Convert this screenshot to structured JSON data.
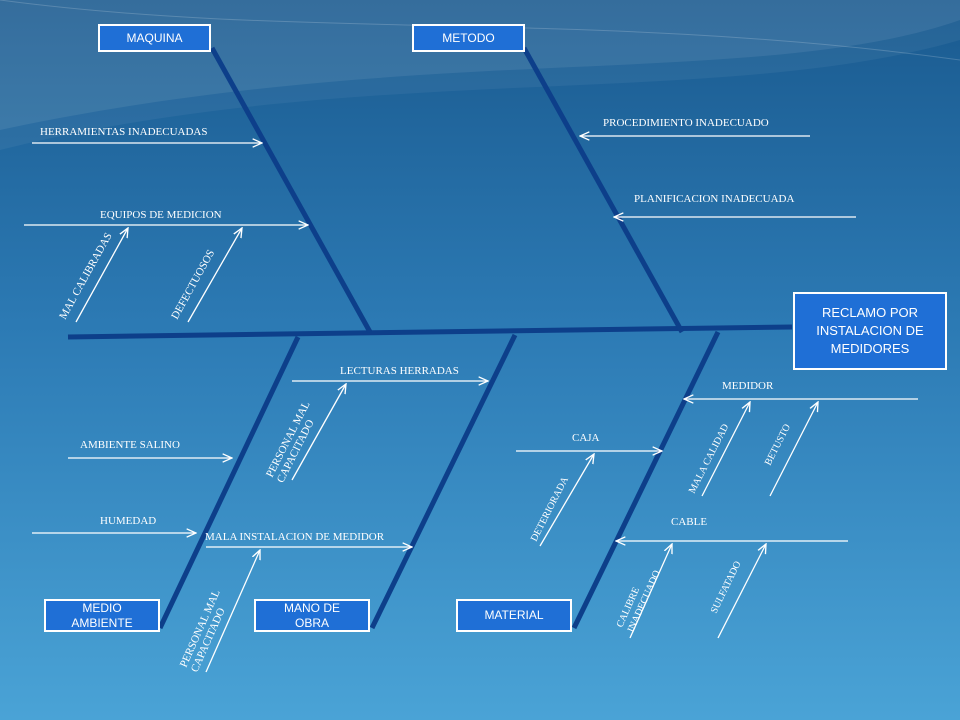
{
  "effect": "RECLAMO POR INSTALACION DE MEDIDORES",
  "categories": {
    "maquina": "MAQUINA",
    "metodo": "METODO",
    "medio_ambiente": "MEDIO AMBIENTE",
    "mano_de_obra": "MANO DE OBRA",
    "material": "MATERIAL"
  },
  "causes": {
    "herramientas": "HERRAMIENTAS  INADECUADAS",
    "equipos": "EQUIPOS  DE MEDICION",
    "mal_calibradas": "MAL CALIBRADAS",
    "defectuosos": "DEFECTUOSOS",
    "procedimiento": "PROCEDIMIENTO INADECUADO",
    "planificacion": "PLANIFICACION INADECUADA",
    "ambiente_salino": "AMBIENTE SALINO",
    "humedad": "HUMEDAD",
    "lecturas": "LECTURAS  HERRADAS",
    "personal_1": "PERSONAL MAL CAPACITADO",
    "mala_instalacion": "MALA INSTALACION DE MEDIDOR",
    "personal_2": "PERSONAL MAL CAPACITADO",
    "medidor": "MEDIDOR",
    "mala_calidad": "MALA CALIDAD",
    "betusto": "BETUSTO",
    "caja": "CAJA",
    "deteriorada": "DETERIORADA",
    "cable": "CABLE",
    "calibre": "CALIBRE INADECUADO",
    "sulfatado": "SULFATADO"
  },
  "colors": {
    "background_top": "#1a5a8f",
    "background_bottom": "#4aa3d6",
    "bone": "#0d3f8a",
    "box_fill": "#1f6fd6",
    "arrow": "#ffffff"
  }
}
